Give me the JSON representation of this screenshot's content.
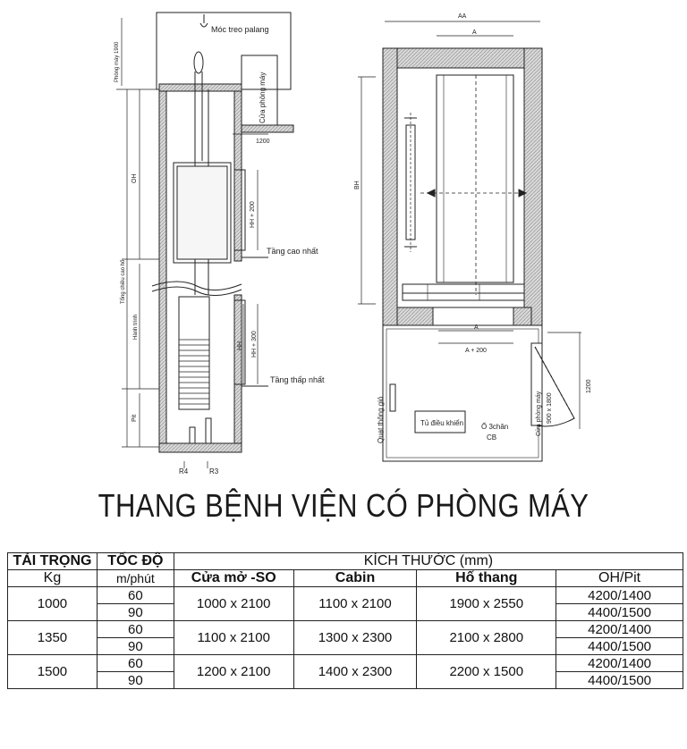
{
  "title": "THANG  BỆNH VIỆN CÓ PHÒNG MÁY",
  "side_view": {
    "labels": {
      "moc_treo": "Móc treo palang",
      "cua_phong_may": "Cửa phòng máy",
      "tang_cao_nhat": "Tầng cao nhất",
      "tang_thap_nhat": "Tầng thấp nhất",
      "dim_1200": "1200",
      "dim_hh": "HH + 200",
      "dim_hh2": "HH",
      "dim_hh3": "HH + 300",
      "dim_oh": "OH",
      "dim_pit": "Pit",
      "dim_mr": "Phòng máy 1900",
      "dim_total": "Tổng chiều cao hố",
      "dim_travel": "Hành trình",
      "r4": "R4",
      "r3": "R3"
    }
  },
  "plan_view": {
    "labels": {
      "top_a": "A",
      "top_b": "AA",
      "dim_bh": "BH",
      "door_a": "A",
      "door_a200": "A + 200",
      "vent": "Quạt thông gió",
      "control": "Tủ điều khiển",
      "outlet": "Ổ 3chân",
      "cb": "CB",
      "mr_door": "Cửa phòng máy",
      "mr_door_size": "900 x 1800",
      "dim_1200": "1200"
    }
  },
  "table": {
    "headers": {
      "load": "TẢI TRỌNG",
      "load_unit": "Kg",
      "speed": "TỐC ĐỘ",
      "speed_unit": "m/phút",
      "dims": "KÍCH THƯỚC (mm)",
      "door": "Cửa mở -SO",
      "cabin": "Cabin",
      "shaft": "Hố thang",
      "ohpit": "OH/Pit"
    },
    "rows": [
      {
        "load": "1000",
        "speeds": [
          "60",
          "90"
        ],
        "door": "1000 x 2100",
        "cabin": "1100 x 2100",
        "shaft": "1900 x 2550",
        "ohpit": [
          "4200/1400",
          "4400/1500"
        ]
      },
      {
        "load": "1350",
        "speeds": [
          "60",
          "90"
        ],
        "door": "1100 x 2100",
        "cabin": "1300 x 2300",
        "shaft": "2100 x 2800",
        "ohpit": [
          "4200/1400",
          "4400/1500"
        ]
      },
      {
        "load": "1500",
        "speeds": [
          "60",
          "90"
        ],
        "door": "1200 x 2100",
        "cabin": "1400 x 2300",
        "shaft": "2200 x 1500",
        "ohpit": [
          "4200/1400",
          "4400/1500"
        ]
      }
    ]
  }
}
